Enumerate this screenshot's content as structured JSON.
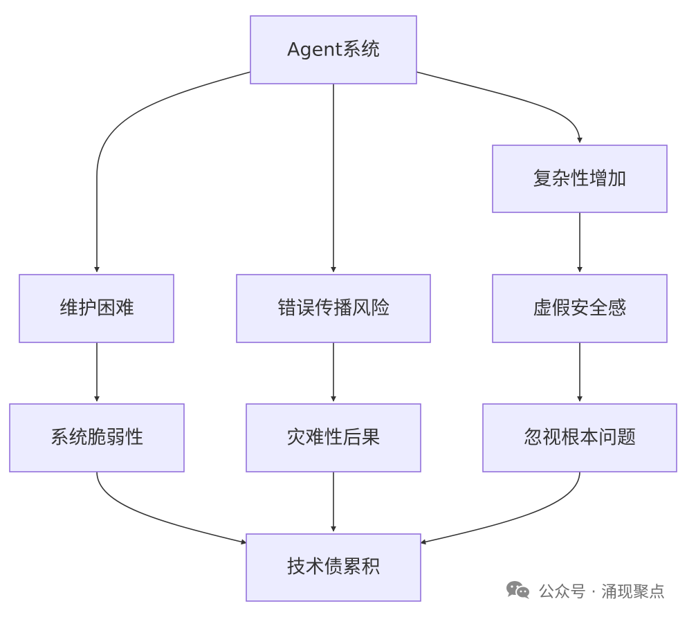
{
  "diagram": {
    "nodes": {
      "agent": "Agent系统",
      "complexity": "复杂性增加",
      "maintain": "维护困难",
      "error": "错误传播风险",
      "false_security": "虚假安全感",
      "fragility": "系统脆弱性",
      "catastrophic": "灾难性后果",
      "ignore_root": "忽视根本问题",
      "tech_debt": "技术债累积"
    },
    "edges": [
      [
        "agent",
        "maintain"
      ],
      [
        "agent",
        "error"
      ],
      [
        "agent",
        "complexity"
      ],
      [
        "complexity",
        "false_security"
      ],
      [
        "maintain",
        "fragility"
      ],
      [
        "error",
        "catastrophic"
      ],
      [
        "false_security",
        "ignore_root"
      ],
      [
        "fragility",
        "tech_debt"
      ],
      [
        "catastrophic",
        "tech_debt"
      ],
      [
        "ignore_root",
        "tech_debt"
      ]
    ],
    "colors": {
      "node_fill": "#ececff",
      "node_stroke": "#9370db",
      "edge": "#333333",
      "text": "#333333"
    }
  },
  "watermark": {
    "icon": "wechat-icon",
    "text": "公众号 · 涌现聚点"
  }
}
